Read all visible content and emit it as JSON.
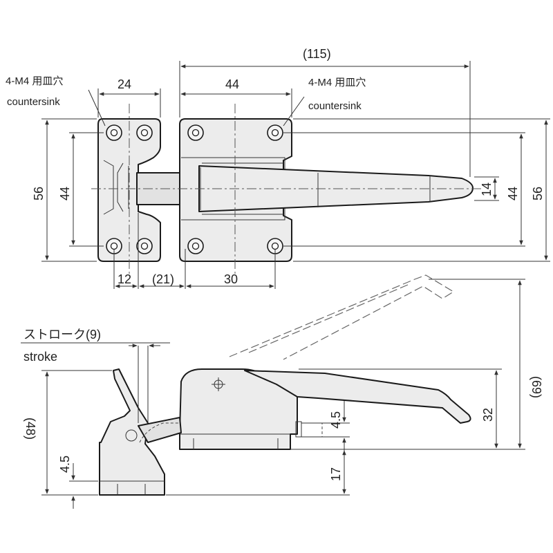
{
  "labels": {
    "countersink_left_jp": "4-M4 用皿穴",
    "countersink_left_en": "countersink",
    "countersink_right_jp": "4-M4 用皿穴",
    "countersink_right_en": "countersink",
    "stroke_jp": "ストローク(9)",
    "stroke_en": "stroke"
  },
  "dimensions": {
    "d115": "(115)",
    "d24": "24",
    "d44_top": "44",
    "d56_left": "56",
    "d44_left": "44",
    "d14_right": "14",
    "d44_right": "44",
    "d56_right": "56",
    "d12": "12",
    "d21": "(21)",
    "d30": "30",
    "d69": "(69)",
    "d32": "32",
    "d48": "(48)",
    "d45_left": "4.5",
    "d45_mid": "4.5",
    "d17": "17"
  }
}
